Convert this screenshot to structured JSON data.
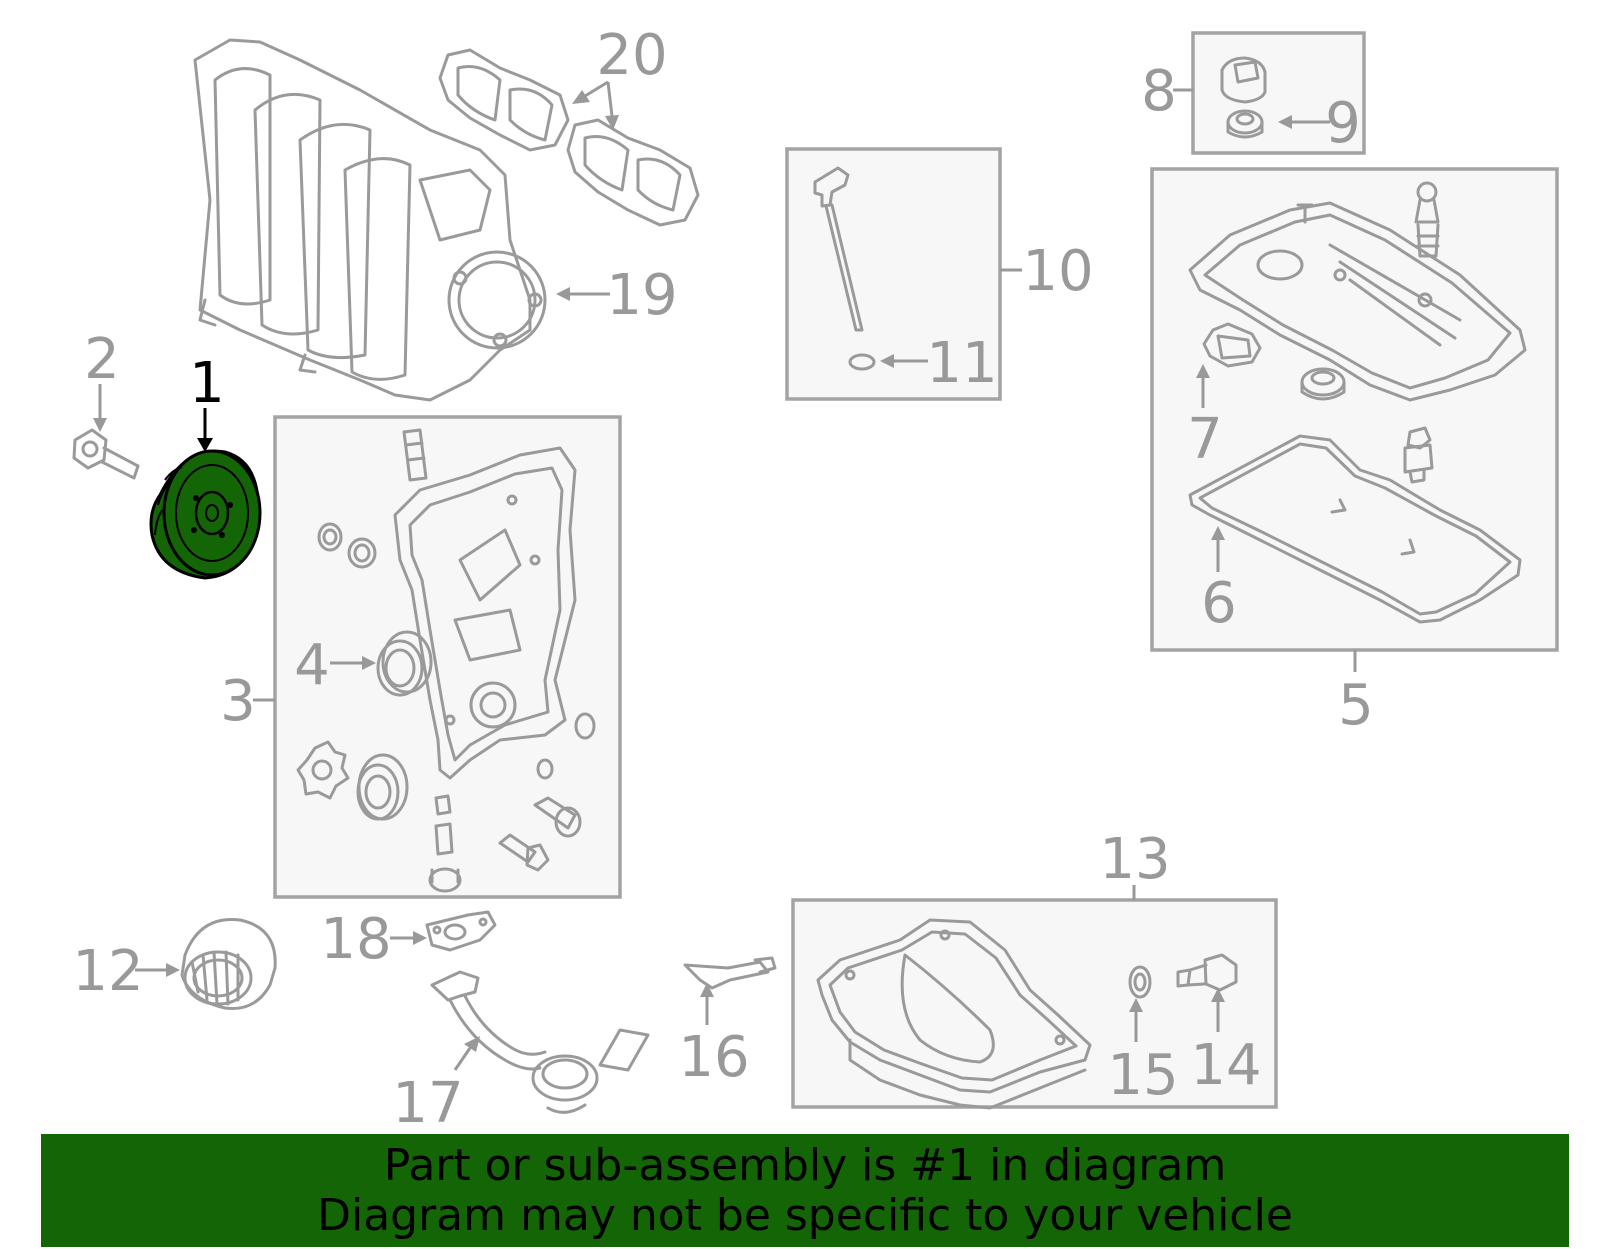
{
  "diagram": {
    "highlight_color": "#136505",
    "callouts": {
      "c1": "1",
      "c2": "2",
      "c3": "3",
      "c4": "4",
      "c5": "5",
      "c6": "6",
      "c7": "7",
      "c8": "8",
      "c9": "9",
      "c10": "10",
      "c11": "11",
      "c12": "12",
      "c13": "13",
      "c14": "14",
      "c15": "15",
      "c16": "16",
      "c17": "17",
      "c18": "18",
      "c19": "19",
      "c20": "20"
    }
  },
  "banner": {
    "line1": "Part or sub-assembly is #1 in diagram",
    "line2": "Diagram may not be specific to your vehicle"
  }
}
